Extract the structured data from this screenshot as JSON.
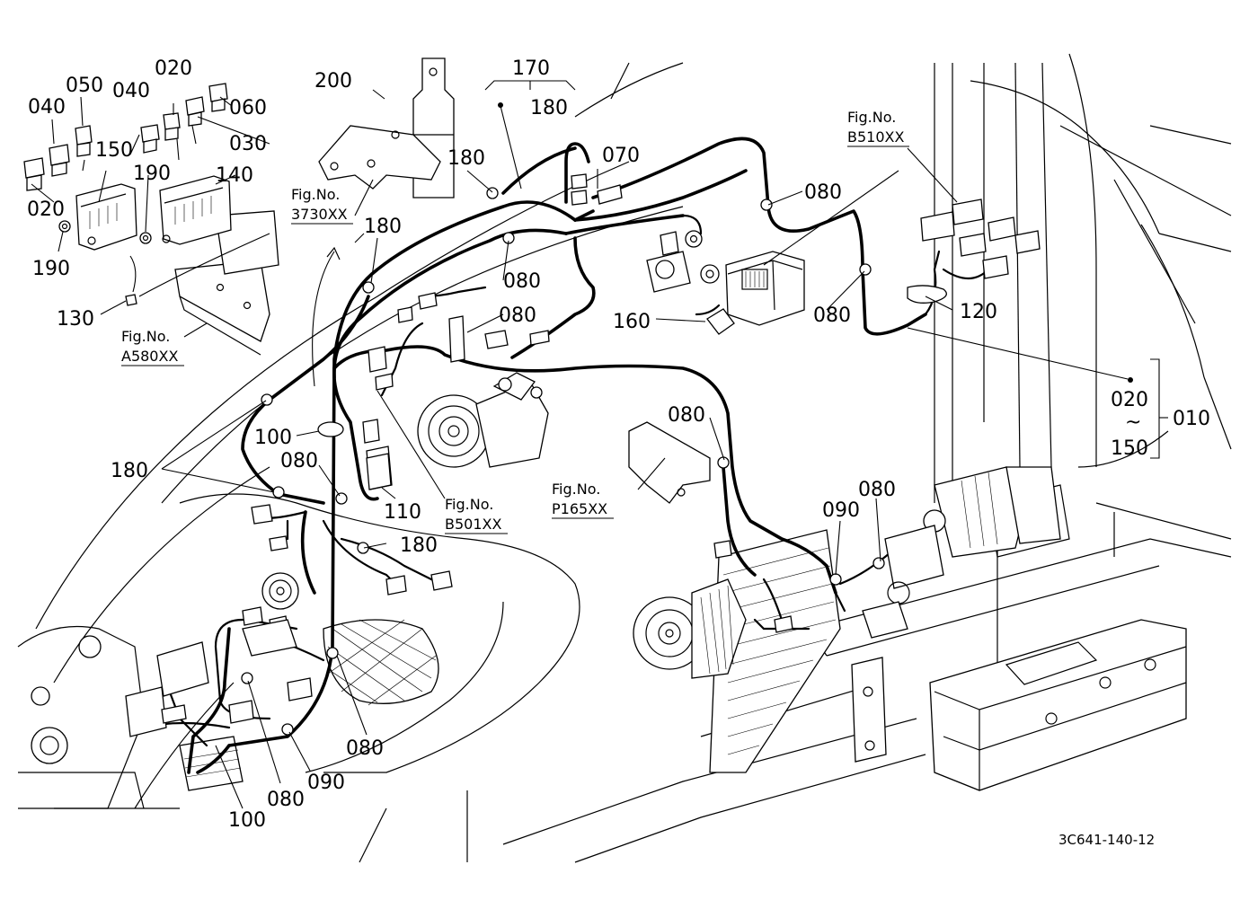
{
  "labels": {
    "p010": "010",
    "p020": "020",
    "p030": "030",
    "p040": "040",
    "p050": "050",
    "p060": "060",
    "p070": "070",
    "p080": "080",
    "p090": "090",
    "p100": "100",
    "p110": "110",
    "p120": "120",
    "p130": "130",
    "p140": "140",
    "p150": "150",
    "p160": "160",
    "p170": "170",
    "p180": "180",
    "p190": "190",
    "p200": "200",
    "tilde": "~"
  },
  "fig_refs": {
    "caption": "Fig.No.",
    "f3730": "3730XX",
    "fA580": "A580XX",
    "fB501": "B501XX",
    "fB510": "B510XX",
    "fP165": "P165XX"
  },
  "drawing_code": "3C641-140-12"
}
